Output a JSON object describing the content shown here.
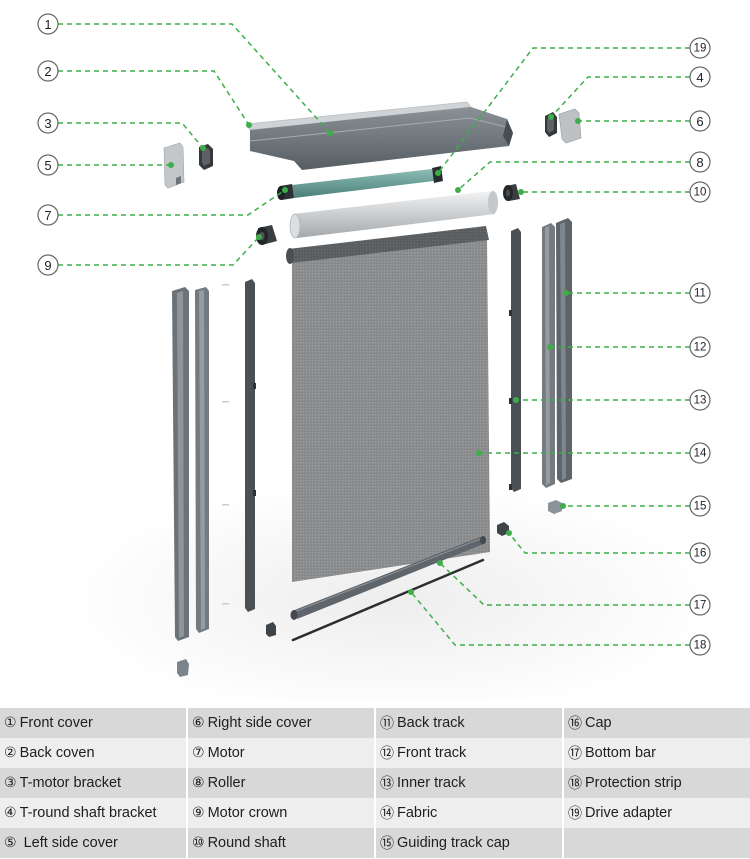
{
  "callouts": {
    "c1": "1",
    "c2": "2",
    "c3": "3",
    "c4": "4",
    "c5": "5",
    "c6": "6",
    "c7": "7",
    "c8": "8",
    "c9": "9",
    "c10": "10",
    "c11": "11",
    "c12": "12",
    "c13": "13",
    "c14": "14",
    "c15": "15",
    "c16": "16",
    "c17": "17",
    "c18": "18",
    "c19": "19"
  },
  "legend": {
    "rows": [
      [
        {
          "num": "①",
          "label": "Front cover"
        },
        {
          "num": "⑥",
          "label": "Right side cover"
        },
        {
          "num": "⑪",
          "label": "Back track"
        },
        {
          "num": "⑯",
          "label": "Cap"
        }
      ],
      [
        {
          "num": "②",
          "label": "Back coven"
        },
        {
          "num": "⑦",
          "label": "Motor"
        },
        {
          "num": "⑫",
          "label": "Front track"
        },
        {
          "num": "⑰",
          "label": "Bottom bar"
        }
      ],
      [
        {
          "num": "③",
          "label": "T-motor bracket"
        },
        {
          "num": "⑧",
          "label": "Roller"
        },
        {
          "num": "⑬",
          "label": "Inner track"
        },
        {
          "num": "⑱",
          "label": "Protection strip"
        }
      ],
      [
        {
          "num": "④",
          "label": "T-round shaft bracket"
        },
        {
          "num": "⑨",
          "label": "Motor crown"
        },
        {
          "num": "⑭",
          "label": "Fabric"
        },
        {
          "num": "⑲",
          "label": "Drive adapter"
        }
      ],
      [
        {
          "num": "⑤",
          "label": " Left side cover"
        },
        {
          "num": "⑩",
          "label": "Round shaft"
        },
        {
          "num": "⑮",
          "label": "Guiding track cap"
        }
      ]
    ]
  },
  "colors": {
    "leader": "#3dae49",
    "callout_stroke": "#666666",
    "row_dark": "#d8d8d8",
    "row_light": "#eeeeee"
  }
}
